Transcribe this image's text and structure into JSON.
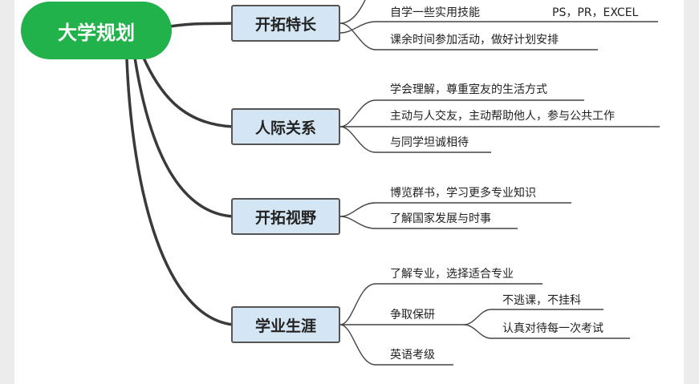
{
  "root": "大学规划",
  "branches": [
    {
      "label": "开拓特长",
      "items": [
        {
          "text": "自学一些实用技能",
          "note": "PS，PR，EXCEL"
        },
        {
          "text": "课余时间参加活动，做好计划安排"
        }
      ]
    },
    {
      "label": "人际关系",
      "items": [
        {
          "text": "学会理解，尊重室友的生活方式"
        },
        {
          "text": "主动与人交友，主动帮助他人，参与公共工作"
        },
        {
          "text": "与同学坦诚相待"
        }
      ]
    },
    {
      "label": "开拓视野",
      "items": [
        {
          "text": "博览群书，学习更多专业知识"
        },
        {
          "text": "了解国家发展与时事"
        }
      ]
    },
    {
      "label": "学业生涯",
      "items": [
        {
          "text": "了解专业，选择适合专业"
        },
        {
          "text": "争取保研",
          "children": [
            "不逃课，不挂科",
            "认真对待每一次考试"
          ]
        },
        {
          "text": "英语考级"
        }
      ]
    }
  ],
  "colors": {
    "root_fill": "#21b24b",
    "branch_fill": "#d4e6f3",
    "connector": "#444444"
  }
}
